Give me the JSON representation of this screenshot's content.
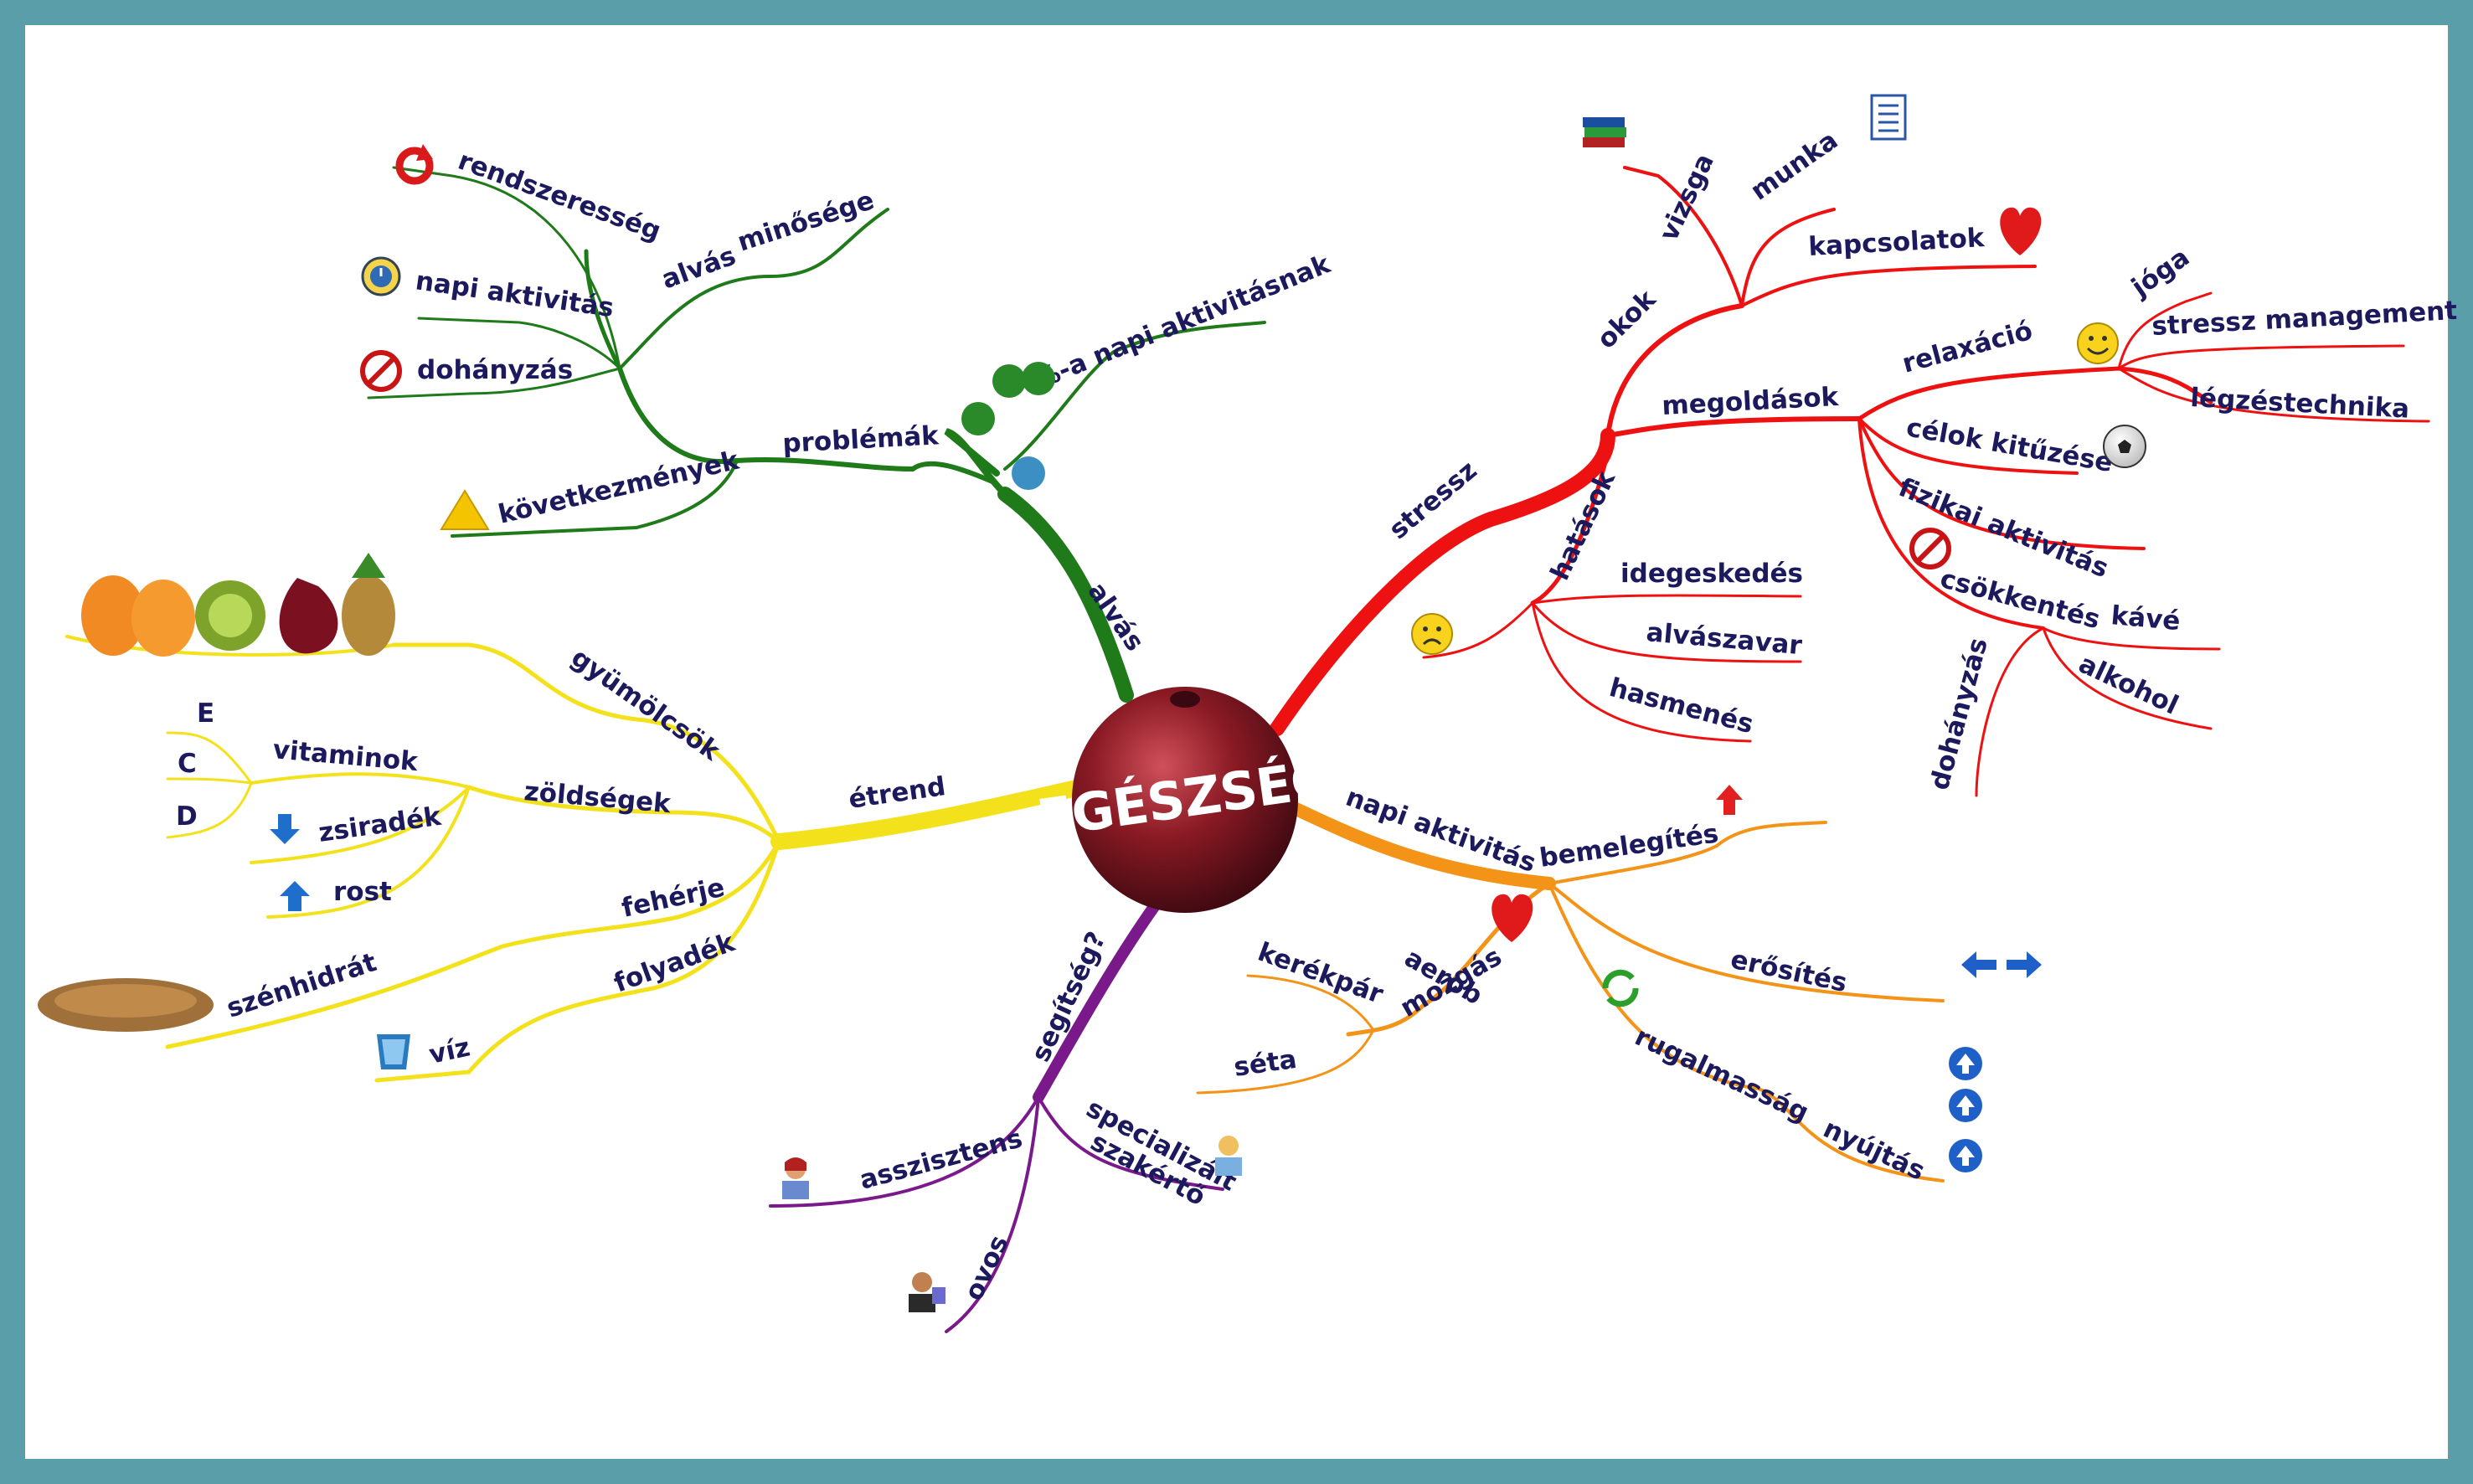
{
  "center": "EGÉSZSÉG",
  "colors": {
    "frame": "#5a9ea9",
    "text": "#1c1a5c",
    "alvas": "#1f7a1a",
    "stressz": "#ee1111",
    "etrend": "#f3e21b",
    "napi_aktivitas": "#f39418",
    "segitseg": "#7a1a8a"
  },
  "alvas": {
    "label": "alvás",
    "sub_percent": "%-a napi aktivitásnak",
    "problemak": "problémák",
    "alvas_minosege": "alvás",
    "minosege": "minősége",
    "rendszeresseg": "rendszeresség",
    "napi_aktivitas": "napi aktivitás",
    "dohanyzas": "dohányzás",
    "kovetkezmenyek": "következmények"
  },
  "stressz": {
    "label": "stressz",
    "okok": "okok",
    "vizsga": "vizsga",
    "munka": "munka",
    "kapcsolatok": "kapcsolatok",
    "megoldasok": "megoldások",
    "relaxacio": "relaxáció",
    "joga": "jóga",
    "stressz_management": "stressz management",
    "legzestechnika": "légzéstechnika",
    "celok": "célok kitűzése",
    "fizikai": "fizikai aktivitás",
    "csokkentes": "csökkentés",
    "kave": "kávé",
    "alkohol": "alkohol",
    "dohanyzas": "dohányzás",
    "hatasok": "hatások",
    "idegeskedes": "idegeskedés",
    "alvaszavar": "alvászavar",
    "hasmenes": "hasmenés"
  },
  "etrend": {
    "label": "étrend",
    "gyumolcsok": "gyümölcsök",
    "zoldsegek": "zöldségek",
    "vitaminok": "vitaminok",
    "e": "E",
    "c": "C",
    "d": "D",
    "zsiradek": "zsiradék",
    "rost": "rost",
    "feherje": "fehérje",
    "szenhidrat": "szénhidrát",
    "folyadek": "folyadék",
    "viz": "víz"
  },
  "napi": {
    "label": "napi aktivitás",
    "bemelegites": "bemelegítés",
    "aerob": "aerob",
    "mozgas": "mozgás",
    "kerekpar": "kerékpár",
    "seta": "séta",
    "erosites": "erősítés",
    "rugalmassag": "rugalmasság",
    "nyujtas": "nyújtás"
  },
  "segitseg": {
    "label": "segítség?",
    "asszisztens": "asszisztens",
    "specializalt": "specializált",
    "szakerto": "szakértő",
    "ovos": "ovos"
  },
  "icons": [
    "refresh-icon",
    "clock-icon",
    "no-entry-icon",
    "warning-icon",
    "percent-badge-icon",
    "books-icon",
    "list-icon",
    "heart-icon",
    "smiley-icon",
    "ball-icon",
    "sad-icon",
    "arrow-up-icon",
    "arrow-down-icon",
    "arrows-lr-icon",
    "recycle-icon",
    "up-circles-icon",
    "person-icon",
    "fruit-image",
    "bread-image",
    "cup-icon"
  ]
}
